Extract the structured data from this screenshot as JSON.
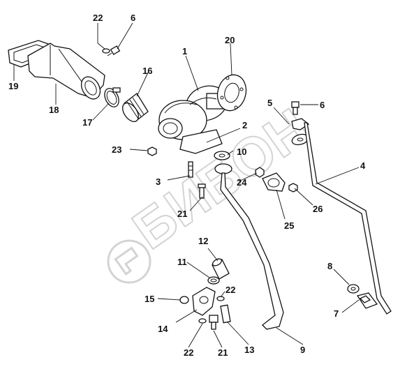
{
  "watermark": {
    "text": "БИБОН"
  },
  "callouts": [
    {
      "label": "1"
    },
    {
      "label": "2"
    },
    {
      "label": "3"
    },
    {
      "label": "4"
    },
    {
      "label": "5"
    },
    {
      "label": "6"
    },
    {
      "label": "6"
    },
    {
      "label": "7"
    },
    {
      "label": "8"
    },
    {
      "label": "9"
    },
    {
      "label": "10"
    },
    {
      "label": "11"
    },
    {
      "label": "12"
    },
    {
      "label": "13"
    },
    {
      "label": "14"
    },
    {
      "label": "15"
    },
    {
      "label": "16"
    },
    {
      "label": "17"
    },
    {
      "label": "18"
    },
    {
      "label": "19"
    },
    {
      "label": "20"
    },
    {
      "label": "21"
    },
    {
      "label": "21"
    },
    {
      "label": "22"
    },
    {
      "label": "22"
    },
    {
      "label": "22"
    },
    {
      "label": "23"
    },
    {
      "label": "24"
    },
    {
      "label": "25"
    },
    {
      "label": "26"
    }
  ],
  "colors": {
    "line": "#111111",
    "watermark": "#cfcfcf"
  }
}
